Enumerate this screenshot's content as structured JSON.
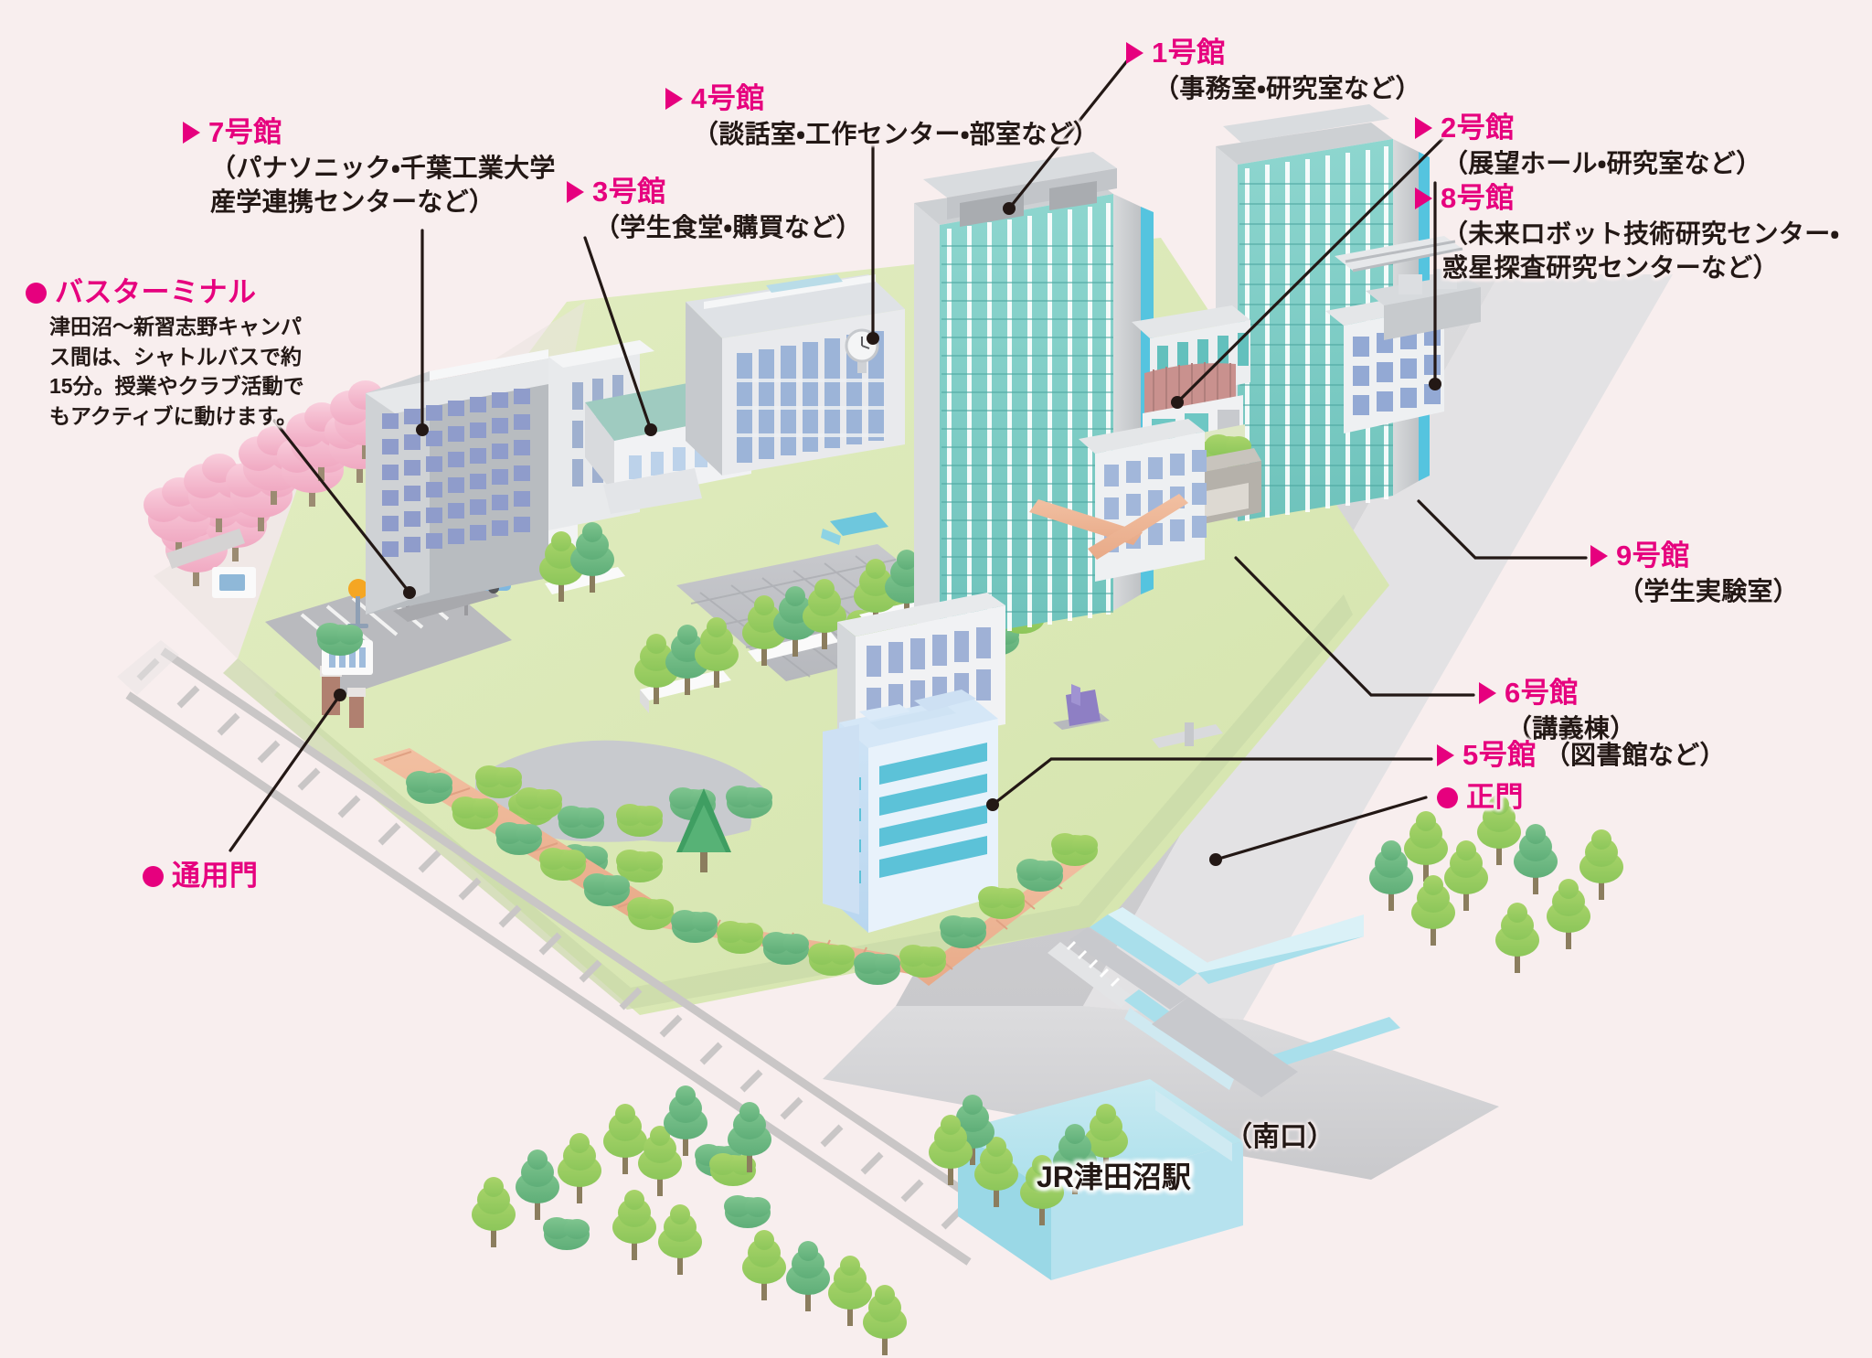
{
  "meta": {
    "map_title": "津田沼キャンパスマップ",
    "background_color": "#f8eeee",
    "accent_color": "#e6007e",
    "text_color": "#231815",
    "lawn_color": "#dce8b8",
    "road_color": "#d0d0d2",
    "tower_glass_color": "#7fcfc8",
    "library_color": "#bcd8f0",
    "sakura_color": "#f4b9cc"
  },
  "labels": {
    "b7": {
      "marker": "triangle-marker",
      "title": "7号館",
      "sub_line1": "（パナソニック・千葉工業大学",
      "sub_line2": "産学連携センターなど）"
    },
    "b4": {
      "marker": "triangle-marker",
      "title": "4号館",
      "sub_line1": "（談話室・工作センター・部室など）"
    },
    "b1": {
      "marker": "triangle-marker",
      "title": "1号館",
      "sub_line1": "（事務室・研究室など）"
    },
    "b2": {
      "marker": "triangle-marker",
      "title": "2号館",
      "sub_line1": "（展望ホール・研究室など）"
    },
    "b8": {
      "marker": "triangle-marker",
      "title": "8号館",
      "sub_line1": "（未来ロボット技術研究センター・",
      "sub_line2": "惑星探査研究センターなど）"
    },
    "b3": {
      "marker": "triangle-marker",
      "title": "3号館",
      "sub_line1": "（学生食堂・購買など）"
    },
    "b9": {
      "marker": "triangle-marker",
      "title": "9号館",
      "sub_line1": "（学生実験室）"
    },
    "b6": {
      "marker": "triangle-marker",
      "title": "6号館",
      "sub_line1": "（講義棟）"
    },
    "b5": {
      "marker": "triangle-marker",
      "title": "5号館",
      "sub_line1": "（図書館など）"
    },
    "main_gate": {
      "marker": "dot-marker",
      "title": "正門"
    },
    "service_gate": {
      "marker": "dot-marker",
      "title": "通用門"
    },
    "bus_terminal": {
      "marker": "dot-marker",
      "title": "バスターミナル",
      "body": "津田沼〜新習志野キャンパス間は、シャトルバスで約15分。授業やクラブ活動でもアクティブに動けます。"
    },
    "station": {
      "name": "JR津田沼駅",
      "exit": "（南口）"
    }
  }
}
